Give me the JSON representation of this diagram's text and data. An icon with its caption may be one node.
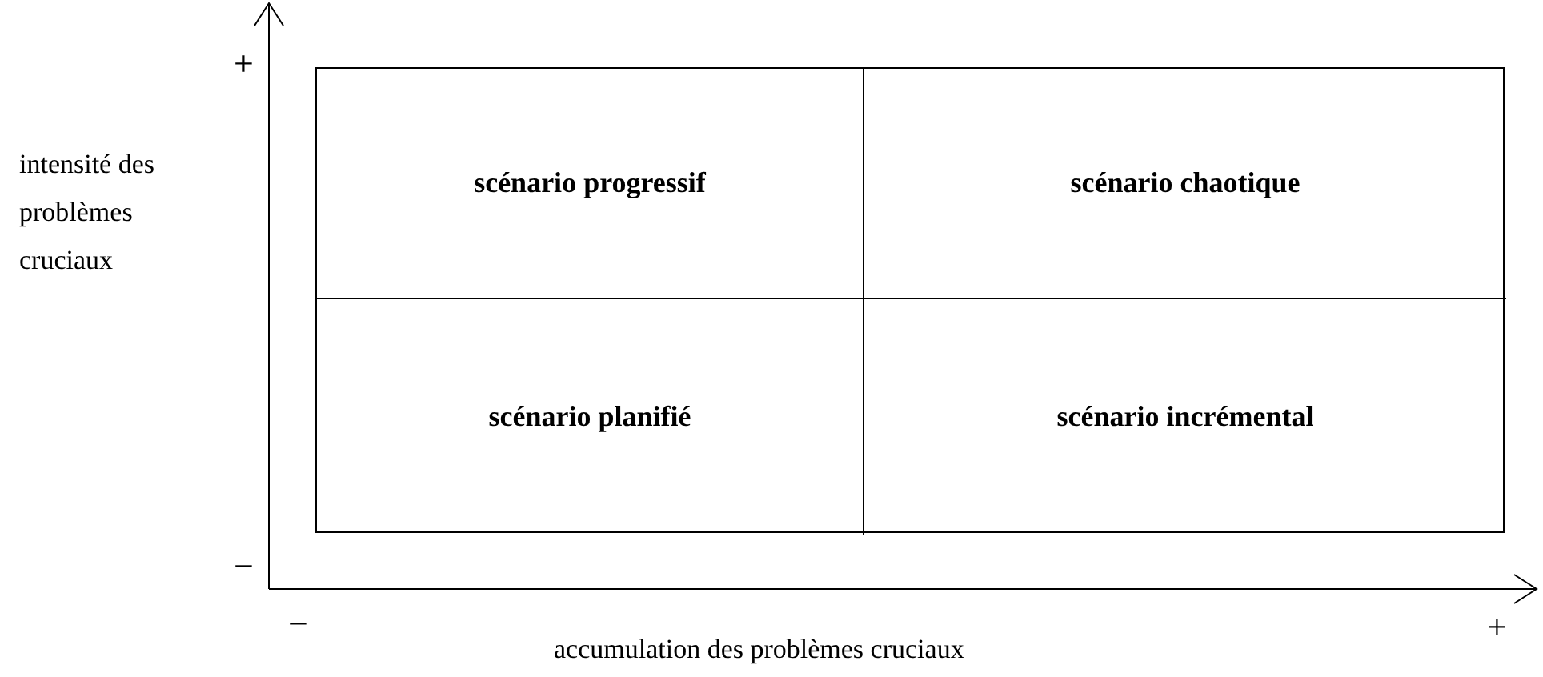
{
  "diagram": {
    "nodes": [
      {
        "text": [
          "scénario progressif"
        ]
      },
      {
        "text": [
          "scénario chaotique"
        ]
      },
      {
        "text": [
          "scénario planifié"
        ]
      },
      {
        "text": [
          "scénario incrémental"
        ]
      }
    ],
    "labels": [
      "+",
      "intensité des problèmes cruciaux",
      "−",
      "−",
      "accumulation des problèmes cruciaux",
      "+"
    ]
  }
}
